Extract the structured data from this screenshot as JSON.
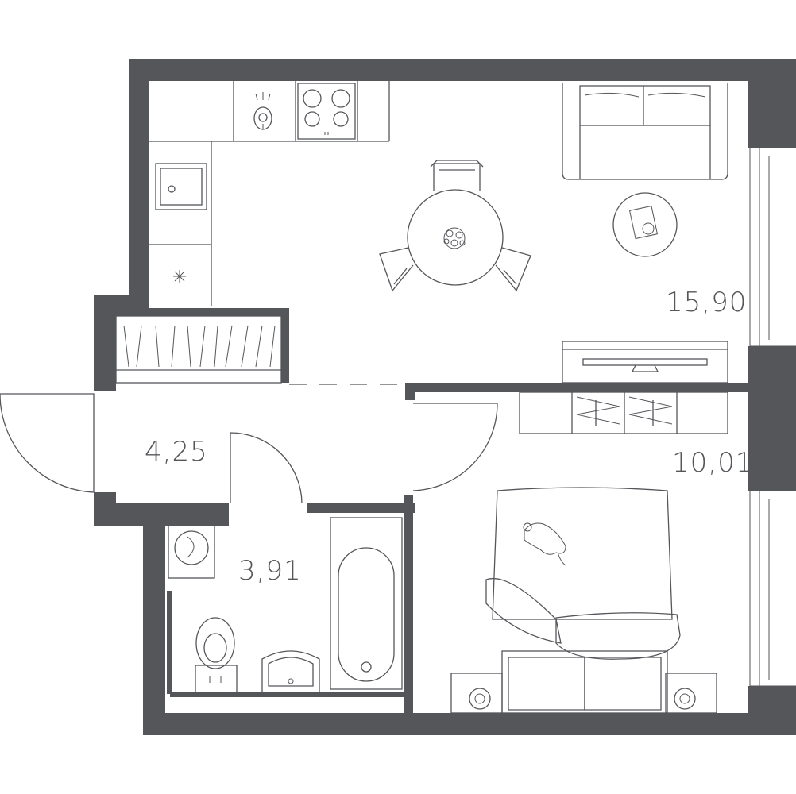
{
  "rooms": {
    "living": {
      "area": "15,90"
    },
    "bedroom": {
      "area": "10,01"
    },
    "hallway": {
      "area": "4,25"
    },
    "bathroom": {
      "area": "3,91"
    }
  },
  "colors": {
    "wall": "#555659",
    "line": "#55565a",
    "background": "#ffffff"
  },
  "icons": [
    "stove-icon",
    "sink-icon",
    "dining-table-icon",
    "sofa-icon",
    "coffee-table-icon",
    "tv-icon",
    "bed-icon",
    "washing-machine-icon",
    "toilet-icon",
    "bathtub-icon",
    "wardrobe-icon"
  ]
}
